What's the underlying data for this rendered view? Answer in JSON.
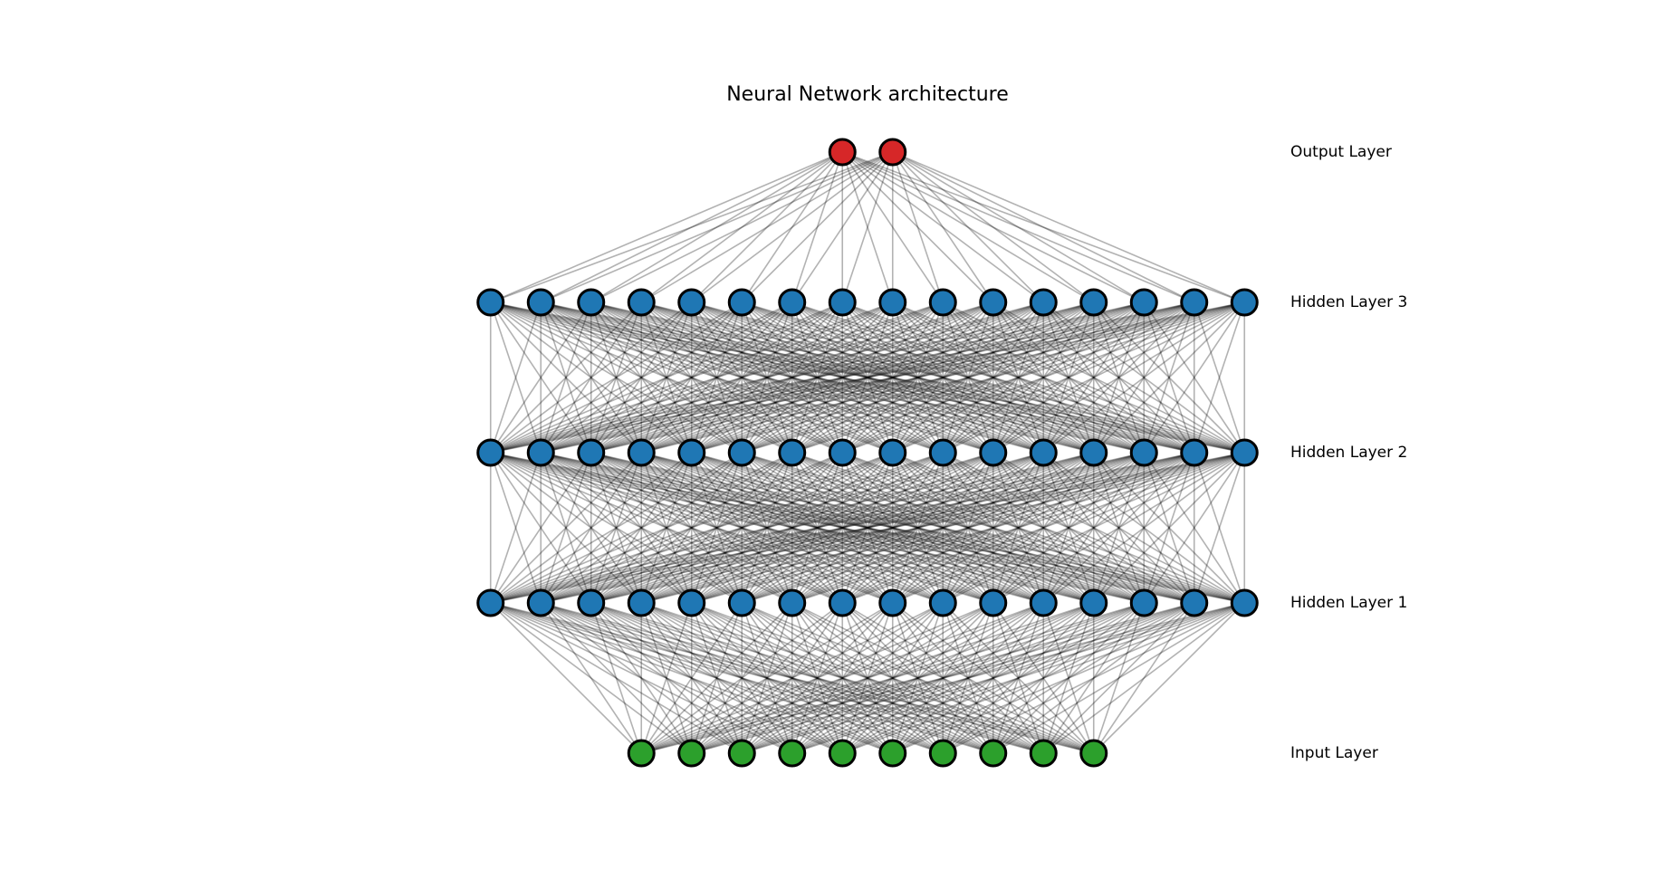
{
  "title": "Neural Network architecture",
  "layers": [
    {
      "name": "input",
      "label": "Input Layer",
      "size": 10,
      "color": "#2ca02c"
    },
    {
      "name": "hidden1",
      "label": "Hidden Layer 1",
      "size": 16,
      "color": "#1f77b4"
    },
    {
      "name": "hidden2",
      "label": "Hidden Layer 2",
      "size": 16,
      "color": "#1f77b4"
    },
    {
      "name": "hidden3",
      "label": "Hidden Layer 3",
      "size": 16,
      "color": "#1f77b4"
    },
    {
      "name": "output",
      "label": "Output Layer",
      "size": 2,
      "color": "#d62728"
    }
  ],
  "connectivity": "fully-connected",
  "edge_color": "#000000",
  "node_edge_color": "#000000"
}
